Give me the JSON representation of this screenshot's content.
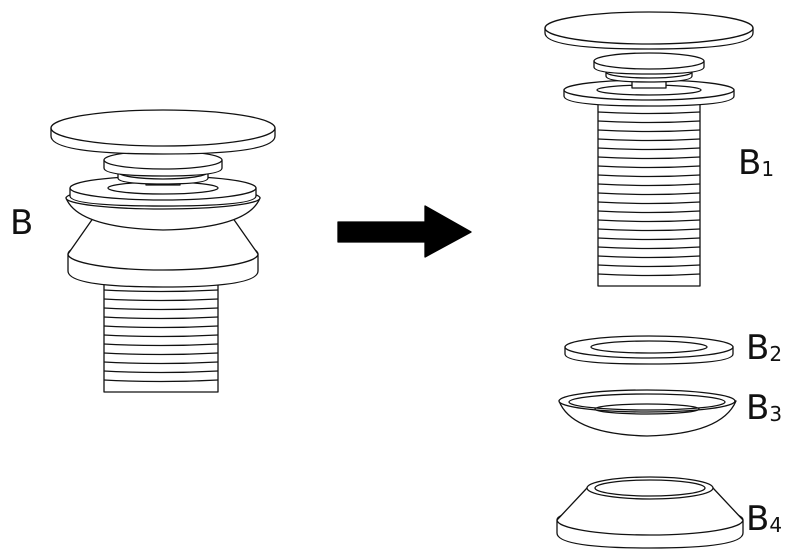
{
  "labels": {
    "assembled": "B",
    "b1_main": "B",
    "b1_sub": "1",
    "b2_main": "B",
    "b2_sub": "2",
    "b3_main": "B",
    "b3_sub": "3",
    "b4_main": "B",
    "b4_sub": "4"
  },
  "colors": {
    "stroke": "#111111",
    "fill": "#ffffff",
    "arrow": "#000000"
  },
  "icons": {
    "arrow": "right-arrow-icon"
  }
}
